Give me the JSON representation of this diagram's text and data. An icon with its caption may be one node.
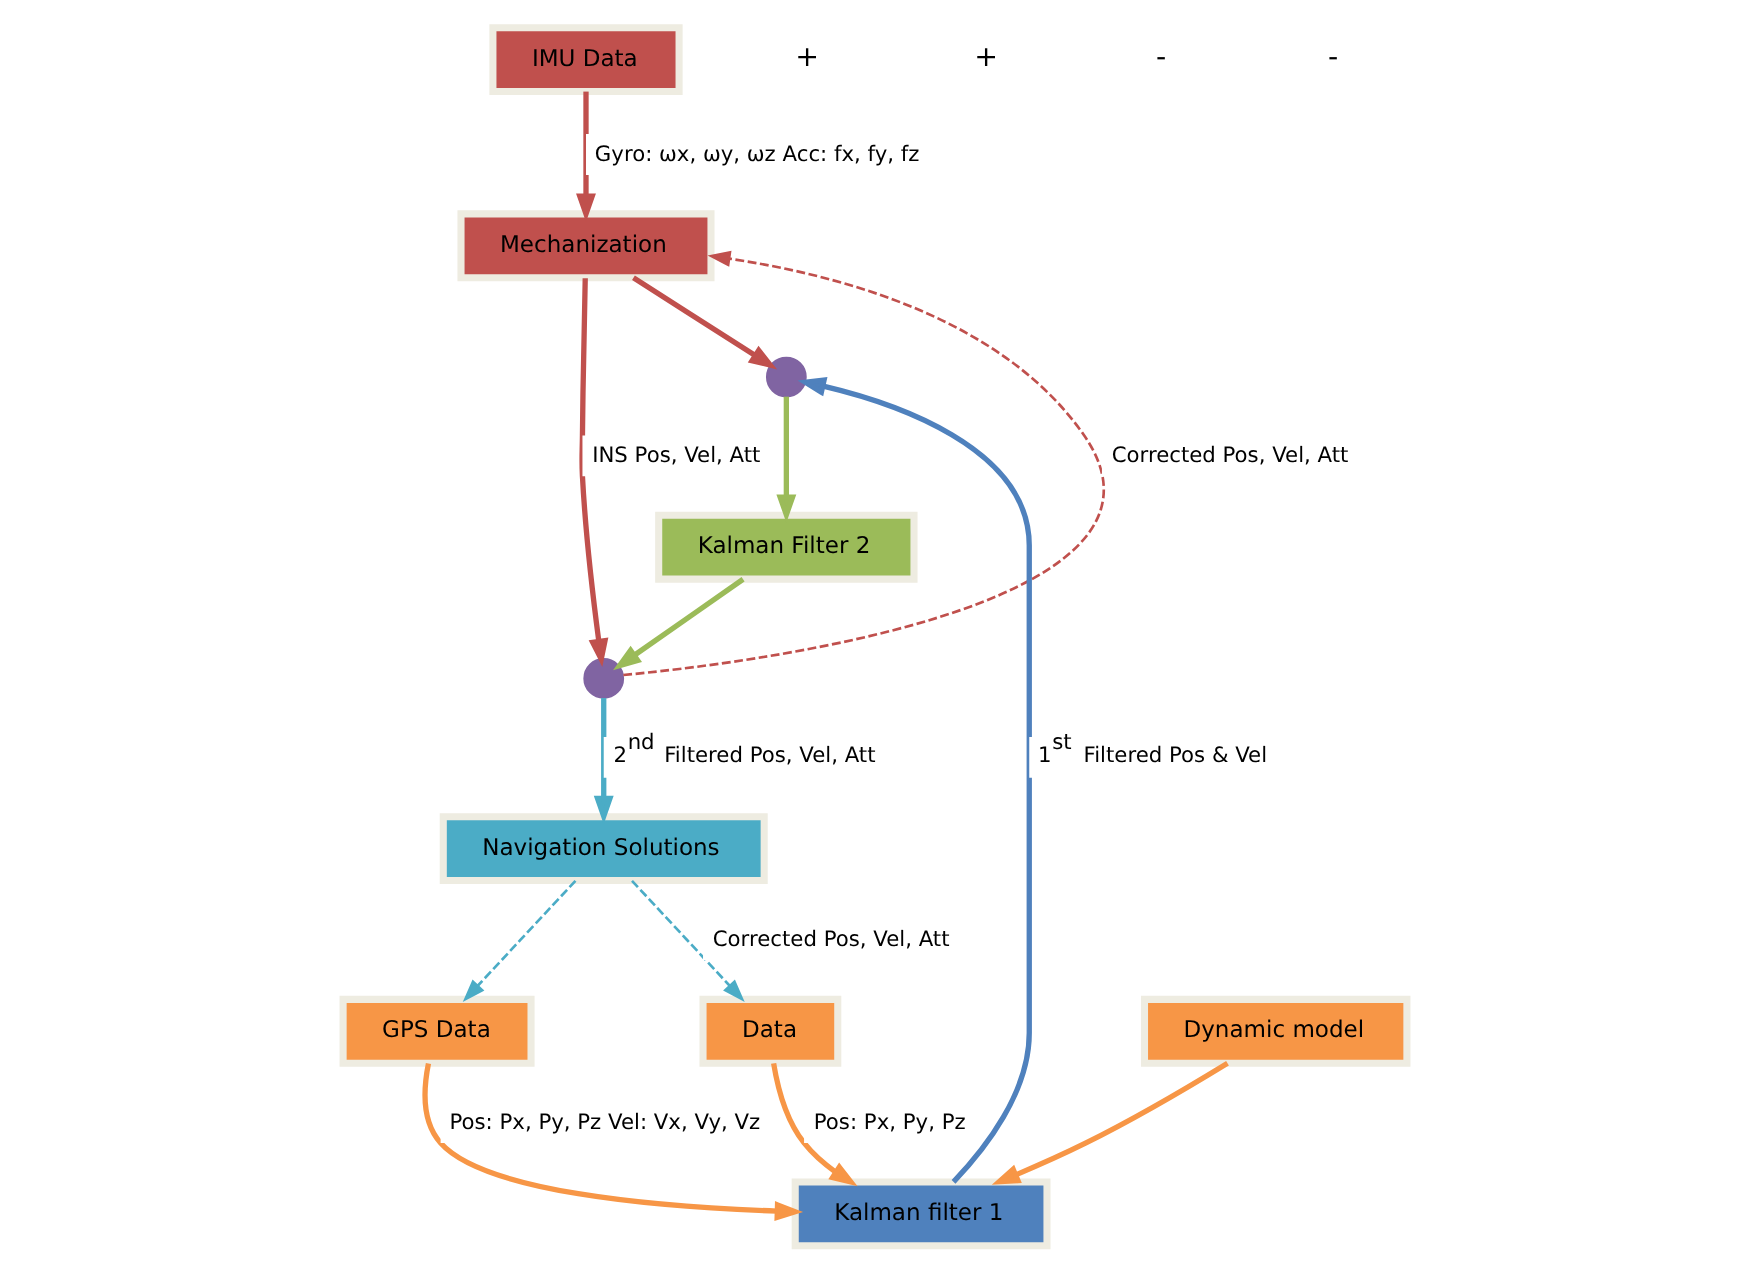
{
  "diagram": {
    "nodes": [
      {
        "text": [
          "IMU Data"
        ]
      },
      {
        "text": [
          "Mechanization"
        ]
      },
      {
        "text": [],
        "shape": "circle"
      },
      {
        "text": [
          "Kalman Filter 2"
        ]
      },
      {
        "text": [],
        "shape": "circle"
      },
      {
        "text": [
          "Kalman filter 1"
        ]
      },
      {
        "text": [
          "Navigation Solutions"
        ]
      },
      {
        "text": [
          "Data"
        ]
      },
      {
        "text": [
          "Dynamic model"
        ]
      },
      {
        "text": [
          "GPS Data"
        ]
      }
    ],
    "edges": [
      {
        "from": 0,
        "to": 1,
        "arrow": "to",
        "label": "Gyro: ωx, ωy, ωz Acc: fx, fy, fz",
        "color": "#c0504d"
      },
      {
        "from": 1,
        "to": 2,
        "arrow": "to",
        "color": "#c0504d"
      },
      {
        "from": 2,
        "to": 3,
        "arrow": "to",
        "color": "#9bbb59"
      },
      {
        "from": 1,
        "to": 4,
        "arrow": "to",
        "label": "INS Pos, Vel, Att",
        "color": "#c0504d"
      },
      {
        "from": 3,
        "to": 4,
        "arrow": "to",
        "color": "#9bbb59"
      },
      {
        "from": 4,
        "to": 6,
        "arrow": "to",
        "label": "2$^{nd}$ Filtered Pos, Vel, Att",
        "color": "#4bacc6"
      },
      {
        "from": 4,
        "to": 1,
        "arrow": "to",
        "label": "Corrected Pos, Vel, Att",
        "style": "dashed",
        "color": "#c0504d"
      },
      {
        "from": 5,
        "to": 2,
        "arrow": "to",
        "label": "1$^{st}$ Filtered Pos & Vel",
        "color": "#4f81bd"
      },
      {
        "from": 7,
        "to": 5,
        "arrow": "to",
        "label": "Pos: Px, Py, Pz",
        "color": "#f79646"
      },
      {
        "from": 8,
        "to": 5,
        "arrow": "to",
        "color": "#f79646"
      },
      {
        "from": 9,
        "to": 5,
        "arrow": "to",
        "label": "Pos: Px, Py, Pz Vel: Vx, Vy, Vz",
        "color": "#f79646"
      },
      {
        "from": 6,
        "to": 7,
        "arrow": "to",
        "label": "Corrected Pos, Vel, Att",
        "style": "dashed",
        "color": "#4bacc6"
      },
      {
        "from": 6,
        "to": 9,
        "arrow": "to",
        "style": "dashed",
        "color": "#4bacc6"
      }
    ],
    "labels": [
      "+",
      "+",
      "-",
      "-"
    ]
  }
}
